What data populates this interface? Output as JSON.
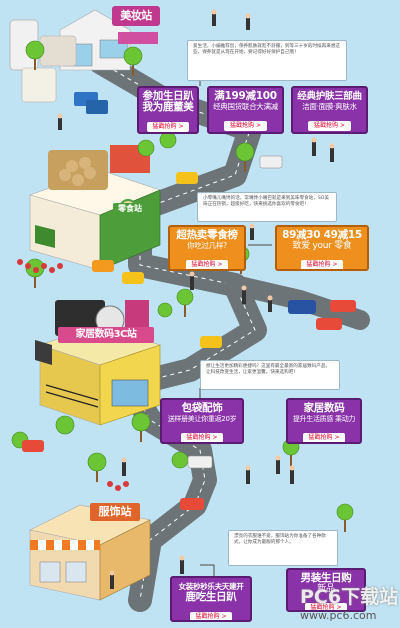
{
  "stores": {
    "beauty": "美妆站",
    "snack": "零食站",
    "digital": "家居数码3C站",
    "clothing": "服饰站"
  },
  "intro": {
    "beauty": "爱生活，小编推荐您，保养肌肤就趁不舒服，到等三十岁的时候再来想这些，保养就是从现在开始，要记得好好保护自己哦！",
    "snack": "小零嘴儿嘴馋的话，常嘴馋小嘴巴就是来到美味零食站，SO美味正在热销，超级好吃，快来挑选你喜欢的零食吧！",
    "digital": "想让生活更加精彩便捷吗？这里有最全最新的家居数码产品，让科技改变生活，让家更温馨。快来选购吧！",
    "clothing": "漂亮的衣服谁不爱，服饰站为你准备了各种款式，让你成为最靓的那个人。"
  },
  "promos": {
    "p1": {
      "title": "参加生日趴",
      "sub": "我为鹿董美",
      "button": "猛戳抢购 >"
    },
    "p2": {
      "title": "满199减100",
      "sub": "经典国货联合大满减",
      "button": "猛戳抢购 >"
    },
    "p3": {
      "title": "经典护肤三部曲",
      "sub": "洁面·面膜·爽肤水",
      "button": "猛戳抢购 >"
    },
    "p4": {
      "title": "超热卖零食榜",
      "sub": "你吃过几样?",
      "button": "猛戳抢购 >"
    },
    "p5": {
      "title": "89减30 49减15",
      "sub": "致爱 your 零食",
      "button": "猛戳抢购 >"
    },
    "p6": {
      "title": "包袋配饰",
      "sub": "送样册美让你重返20岁",
      "button": "猛戳抢购 >"
    },
    "p7": {
      "title": "家居数码",
      "sub": "提升生活质感 乘动力",
      "button": "猛戳抢购 >"
    },
    "p8": {
      "title": "女装秒秒乐夫天建开",
      "sub": "鹿吃生日趴",
      "button": "猛戳抢购 >"
    },
    "p9": {
      "title": "男装生日购",
      "sub": "新品",
      "button": "猛戳抢购 >"
    }
  },
  "watermark": {
    "brand": "PC6下载站",
    "url": "www.pc6.com"
  },
  "colors": {
    "sky": "#bfe3f3",
    "road": "#6d7478",
    "promo_purple": "#8a33a8",
    "promo_orange": "#ef8f1e",
    "button_text": "#e4002b"
  }
}
